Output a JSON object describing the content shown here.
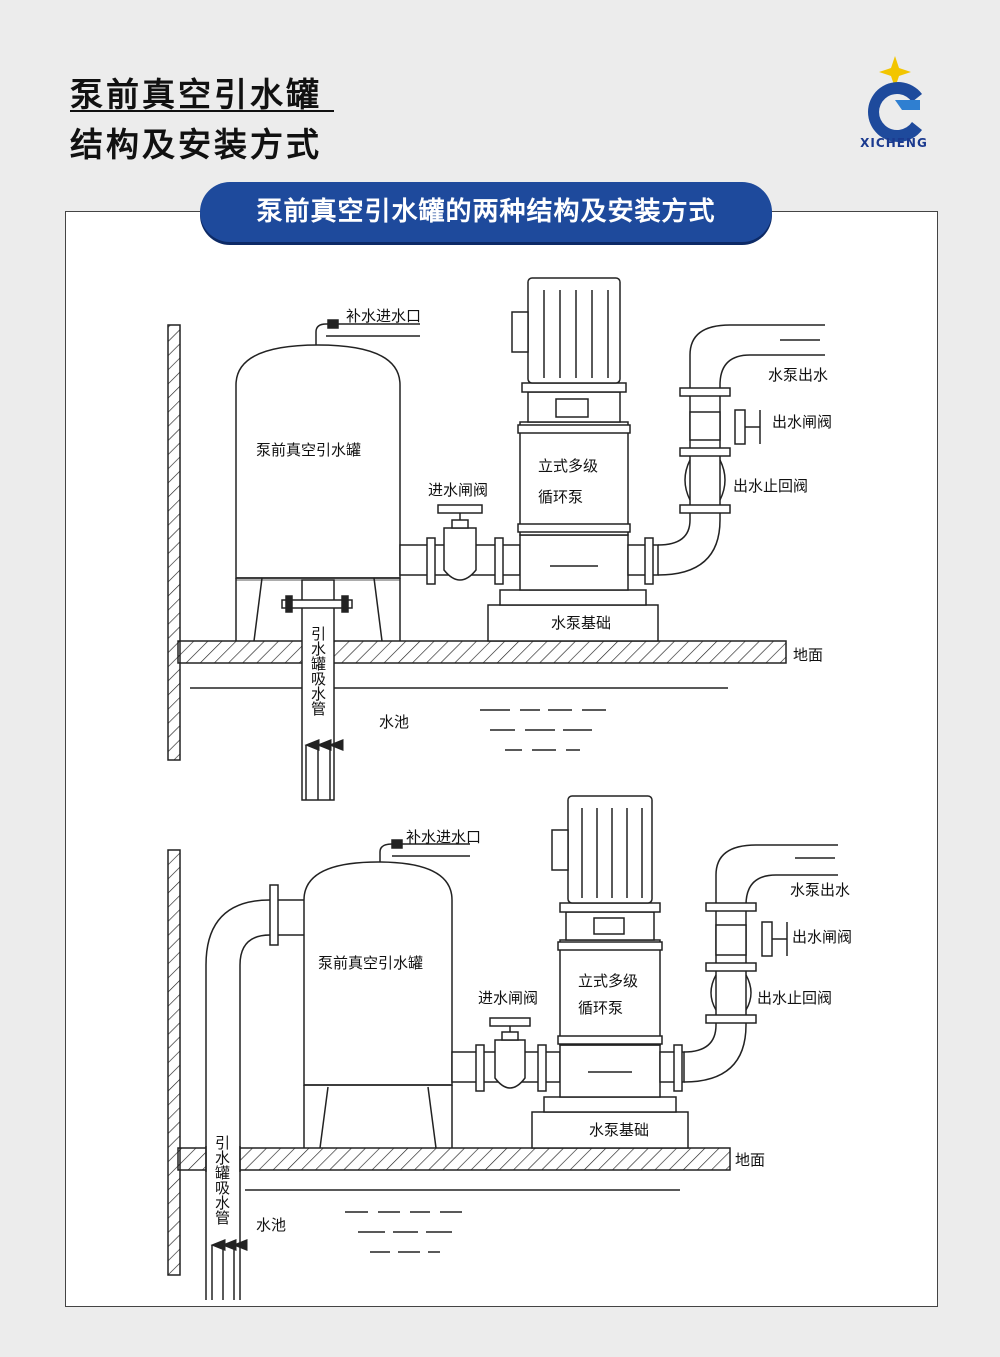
{
  "header": {
    "title_line1": "泵前真空引水罐",
    "title_line2": "结构及安装方式"
  },
  "logo": {
    "text": "XICHENG",
    "icon": "xicheng-logo-icon",
    "primary_color": "#1e4a9c",
    "accent_color": "#f2c500"
  },
  "banner": {
    "text": "泵前真空引水罐的两种结构及安装方式"
  },
  "diagram1": {
    "fill_inlet": "补水进水口",
    "tank": "泵前真空引水罐",
    "pump_line1": "立式多级",
    "pump_line2": "循环泵",
    "inlet_valve": "进水闸阀",
    "pump_outlet": "水泵出水",
    "outlet_valve": "出水闸阀",
    "check_valve": "出水止回阀",
    "foundation": "水泵基础",
    "ground": "地面",
    "pool": "水池",
    "suction_pipe": "引水罐吸水管"
  },
  "diagram2": {
    "fill_inlet": "补水进水口",
    "tank": "泵前真空引水罐",
    "pump_line1": "立式多级",
    "pump_line2": "循环泵",
    "inlet_valve": "进水闸阀",
    "pump_outlet": "水泵出水",
    "outlet_valve": "出水闸阀",
    "check_valve": "出水止回阀",
    "foundation": "水泵基础",
    "ground": "地面",
    "pool": "水池",
    "suction_pipe": "引水罐吸水管"
  }
}
